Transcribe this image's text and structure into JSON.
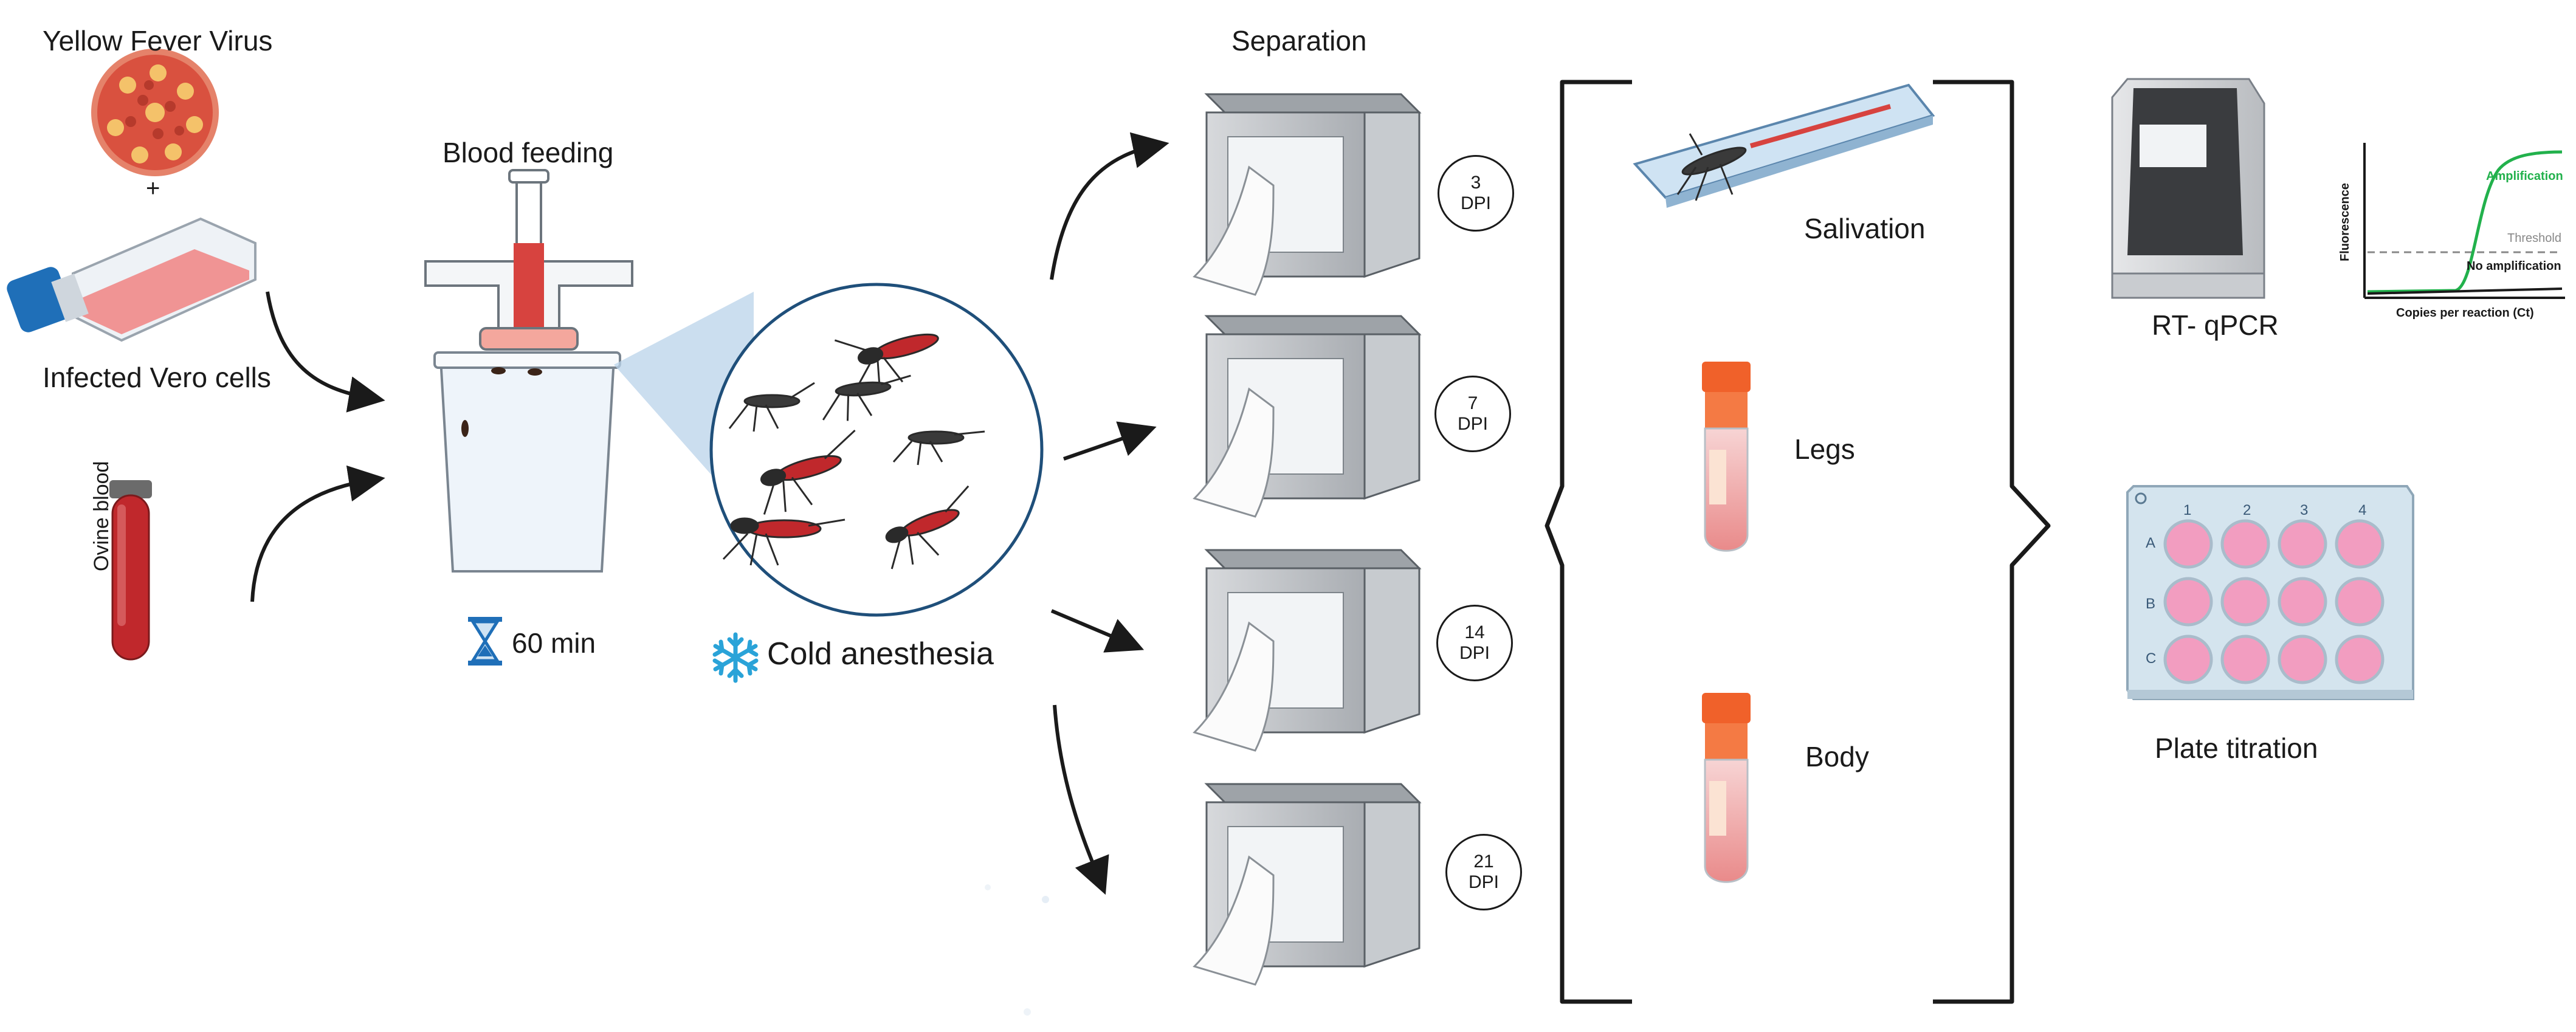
{
  "labels": {
    "yellow_fever_virus": "Yellow Fever Virus",
    "plus": "+",
    "infected_vero_cells": "Infected Vero cells",
    "ovine_blood": "Ovine blood",
    "blood_feeding": "Blood feeding",
    "duration": "60 min",
    "cold_anesthesia": "Cold anesthesia",
    "separation": "Separation",
    "salivation": "Salivation",
    "legs": "Legs",
    "body": "Body",
    "rt_qpcr": "RT- qPCR",
    "plate_titration": "Plate titration"
  },
  "dpi_timepoints": [
    {
      "day": "3",
      "unit": "DPI"
    },
    {
      "day": "7",
      "unit": "DPI"
    },
    {
      "day": "14",
      "unit": "DPI"
    },
    {
      "day": "21",
      "unit": "DPI"
    }
  ],
  "qpcr_plot": {
    "ylabel": "Fluorescence",
    "xlabel": "Copies per reaction (Ct)",
    "amplification": "Amplification",
    "threshold": "Threshold",
    "no_amplification": "No amplification"
  },
  "plate": {
    "columns": [
      "1",
      "2",
      "3",
      "4"
    ],
    "rows": [
      "A",
      "B",
      "C"
    ]
  },
  "colors": {
    "virus": "#d9513f",
    "blood": "#c0282c",
    "flask_medium": "#f08a8a",
    "flask_cap": "#1f6fb8",
    "tube_cap": "#f0612a",
    "snowflake": "#2aa3d8",
    "hourglass": "#1f6fb8",
    "amplification": "#22b14c",
    "well": "#f29dc0",
    "plate": "#d4e4ee"
  }
}
